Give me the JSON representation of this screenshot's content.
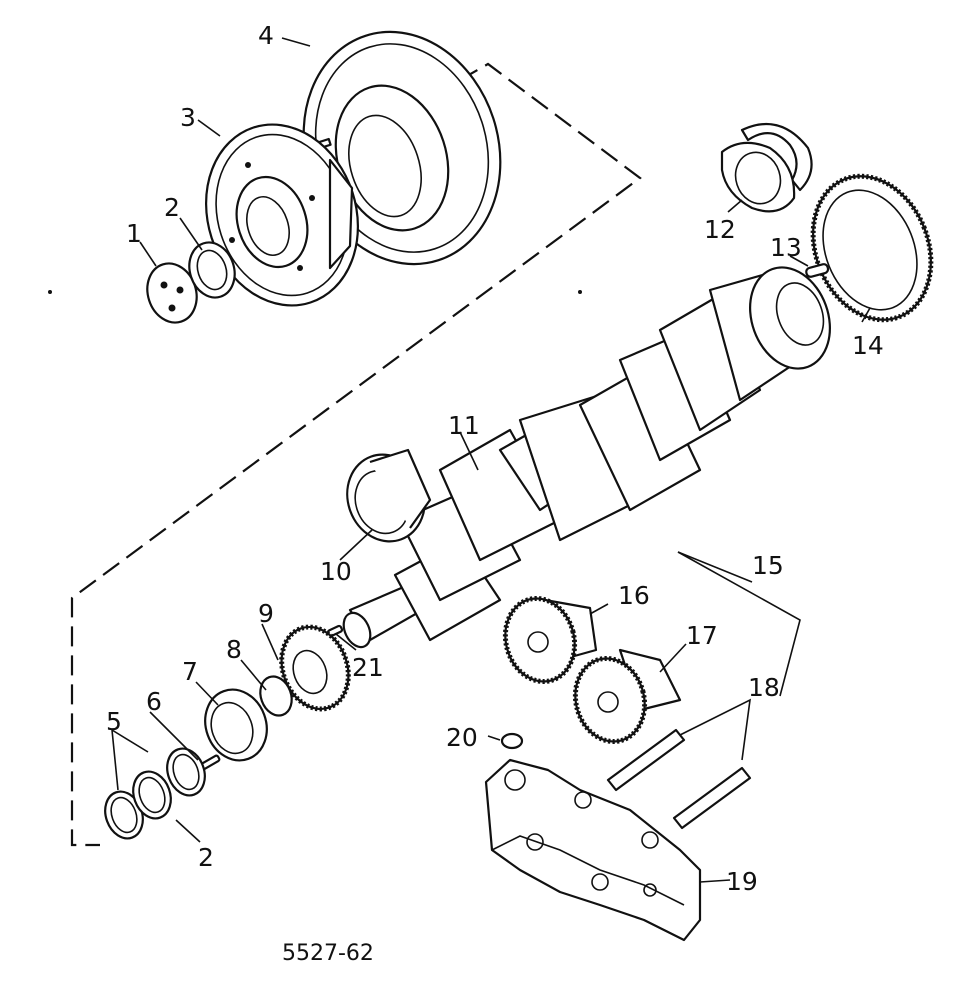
{
  "figure": {
    "drawing_number": "5527-62",
    "callouts": {
      "c1": "1",
      "c2a": "2",
      "c2b": "2",
      "c3": "3",
      "c4": "4",
      "c5": "5",
      "c6": "6",
      "c7": "7",
      "c8": "8",
      "c9": "9",
      "c10": "10",
      "c11": "11",
      "c12": "12",
      "c13": "13",
      "c14": "14",
      "c15": "15",
      "c16": "16",
      "c17": "17",
      "c18": "18",
      "c19": "19",
      "c20": "20",
      "c21": "21"
    }
  }
}
